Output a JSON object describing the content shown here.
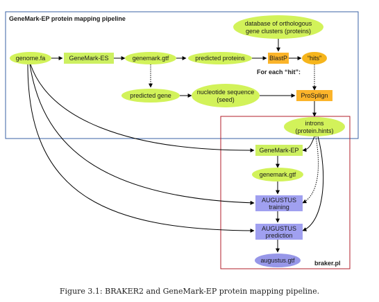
{
  "title": "GeneMark-EP protein mapping pipeline",
  "braker_label": "braker.pl",
  "annotation": "For each “hit”:",
  "caption": "Figure 3.1: BRAKER2 and GeneMark-EP protein mapping pipeline.",
  "nodes": {
    "genome": "genome.fa",
    "genemark_es": "GeneMark-ES",
    "genemark_gtf_top": "genemark.gtf",
    "predicted_proteins": "predicted proteins",
    "blastp": "BlastP",
    "hits": "“hits”",
    "ortho_db_line1": "database of orthologous",
    "ortho_db_line2": "gene clusters (proteins)",
    "predicted_gene": "predicted gene",
    "nucleotide_line1": "nucleotide sequence",
    "nucleotide_line2": "(seed)",
    "prospligh": "ProSplign",
    "introns_line1": "introns",
    "introns_line2": "(protein.hints)",
    "genemark_ep": "GeneMark-EP",
    "genemark_gtf_mid": "genemark.gtf",
    "aug_train_line1": "AUGUSTUS",
    "aug_train_line2": "training",
    "aug_pred_line1": "AUGUSTUS",
    "aug_pred_line2": "prediction",
    "augustus_gtf": "augustus.gtf"
  },
  "colors": {
    "ellipse_fill": "#d2f25a",
    "rect_green_fill": "#cdf061",
    "orange_fill": "#fbb42a",
    "hits_fill": "#f6b51c",
    "augustus_fill": "#a0a0f0",
    "ellipse_purple_fill": "#9797e8",
    "top_frame": "#3a62a6",
    "bottom_frame": "#b01c2a"
  }
}
